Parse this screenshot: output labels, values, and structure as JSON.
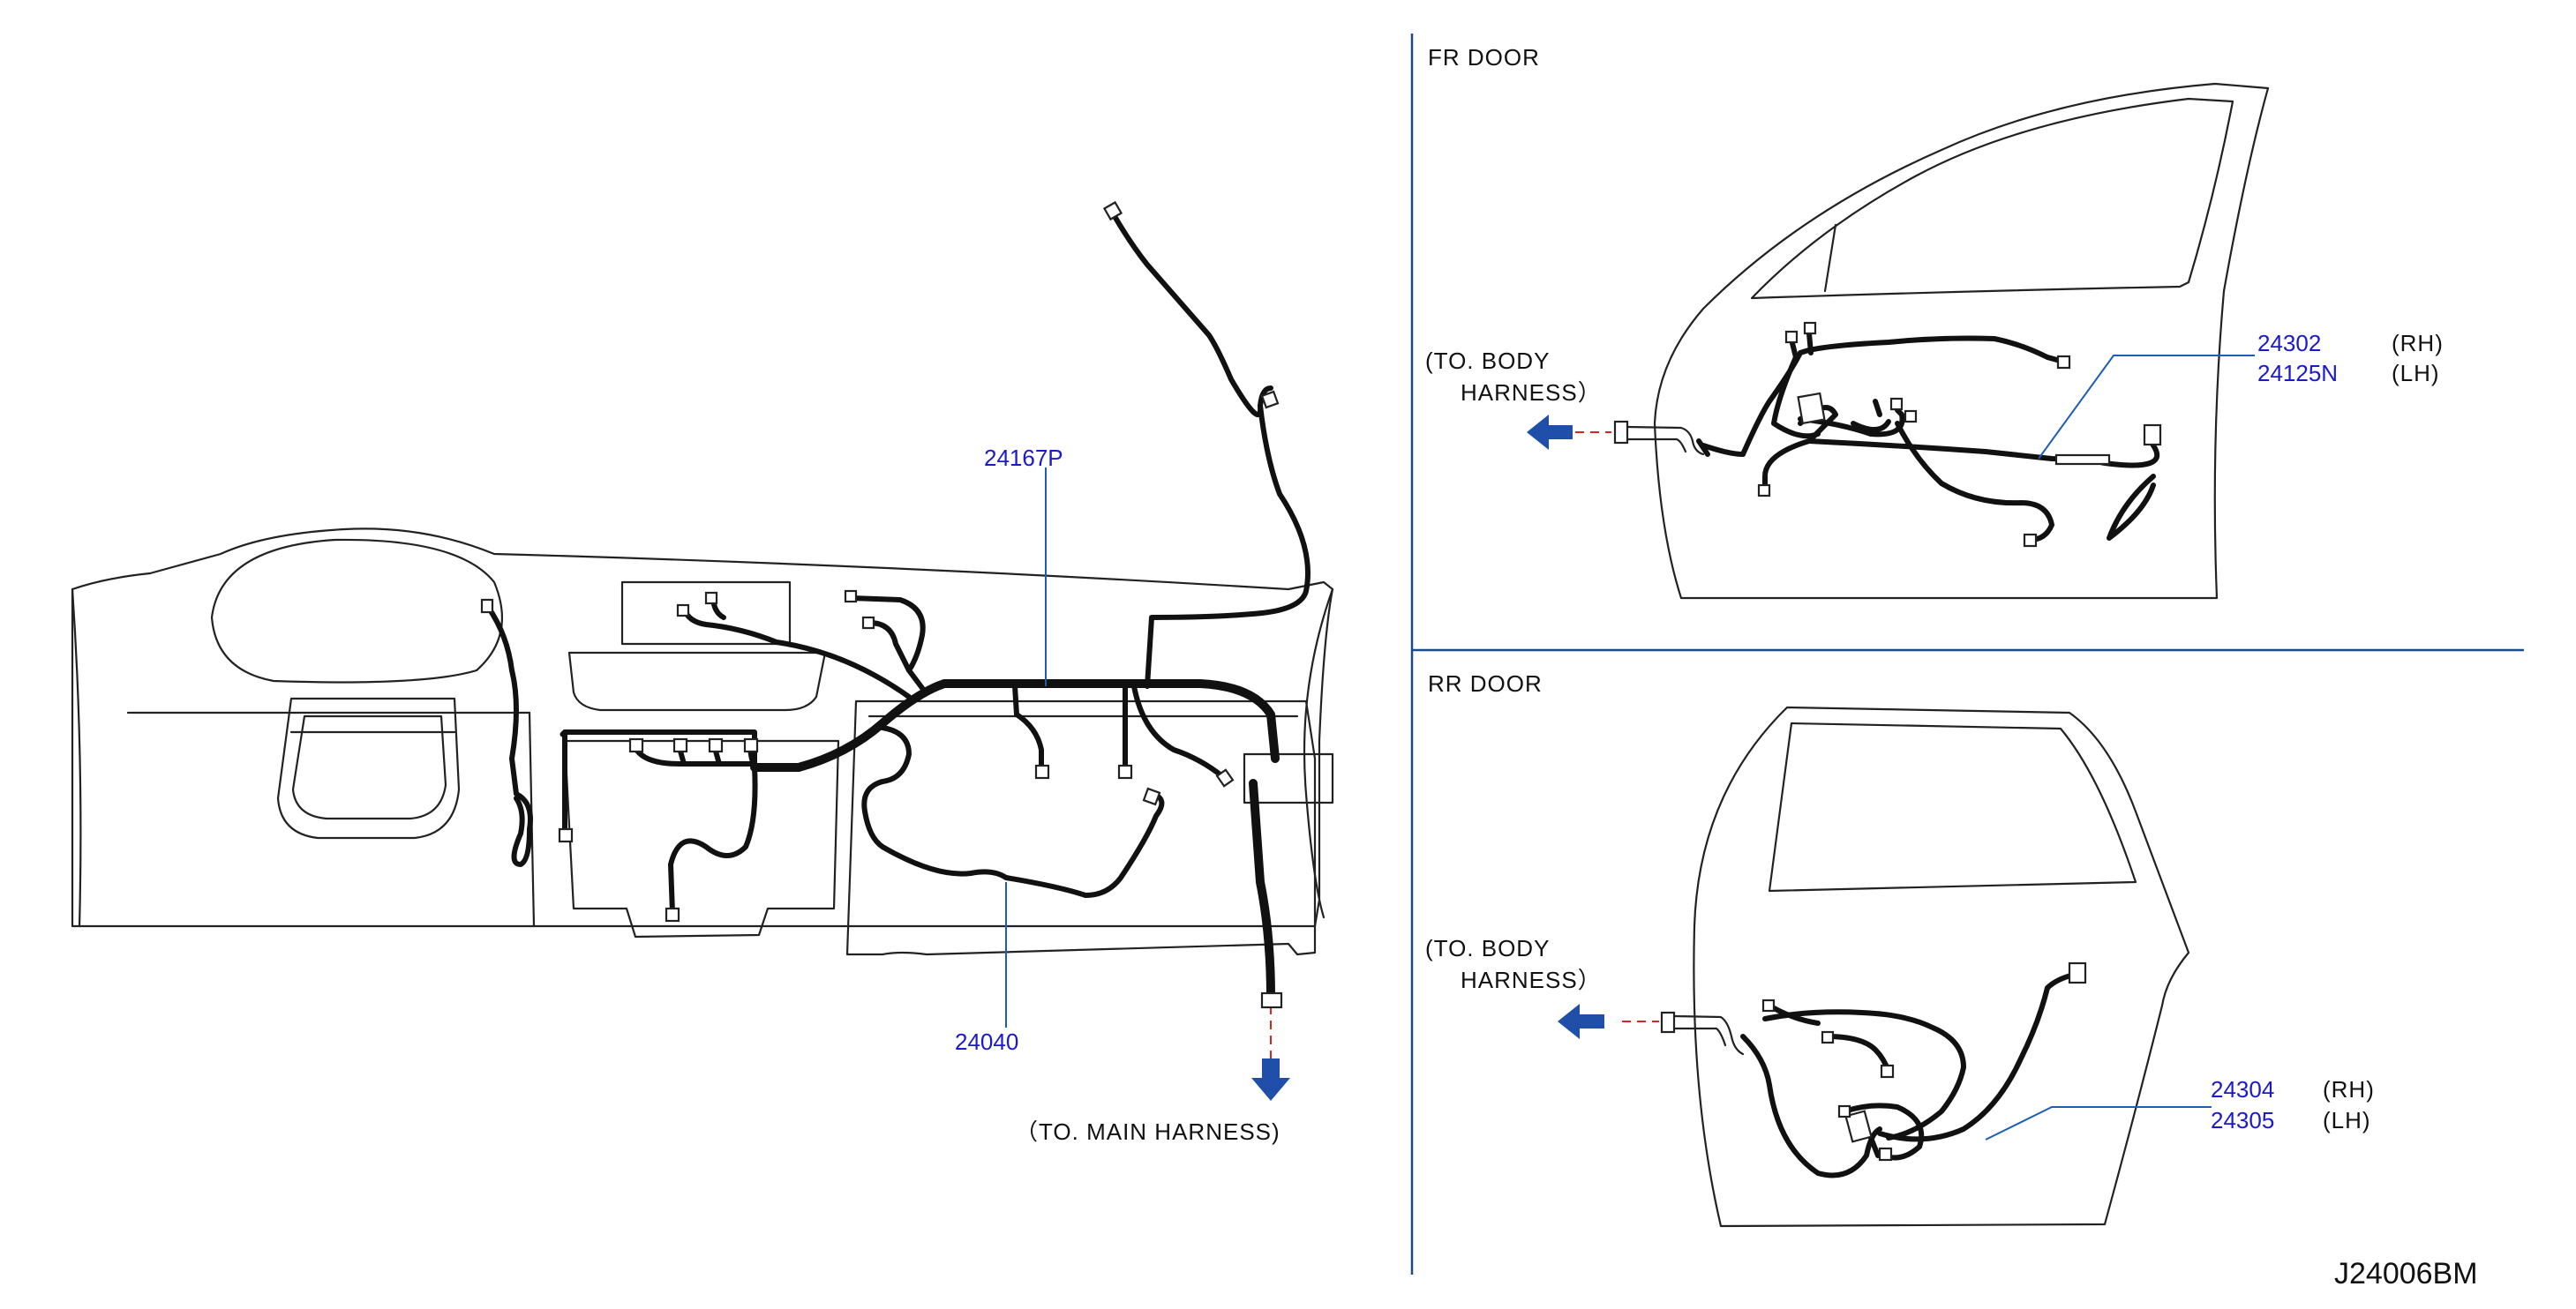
{
  "panels": {
    "fr_door": {
      "title": "FR   DOOR"
    },
    "rr_door": {
      "title": "RR   DOOR"
    }
  },
  "instrument_panel": {
    "part_harness": "24167P",
    "part_main": "24040",
    "to_main": "（TO.   MAIN   HARNESS)"
  },
  "fr_door": {
    "to_body_line1": "(TO.   BODY",
    "to_body_line2": "HARNESS）",
    "parts": [
      {
        "number": "24302",
        "side": "(RH)"
      },
      {
        "number": "24125N",
        "side": "(LH)"
      }
    ]
  },
  "rr_door": {
    "to_body_line1": "(TO.   BODY",
    "to_body_line2": "HARNESS）",
    "parts": [
      {
        "number": "24304",
        "side": "(RH)"
      },
      {
        "number": "24305",
        "side": "(LH)"
      }
    ]
  },
  "diagram_code": "J24006BM",
  "colors": {
    "part_number": "#1a1acc",
    "leader_line": "#1a5fb4",
    "divider": "#1a4a8a",
    "arrow": "#1f4fa8",
    "dashed_link": "#dd2222"
  },
  "icons": [
    "arrow-down-icon",
    "arrow-left-icon",
    "arrow-left-icon"
  ]
}
